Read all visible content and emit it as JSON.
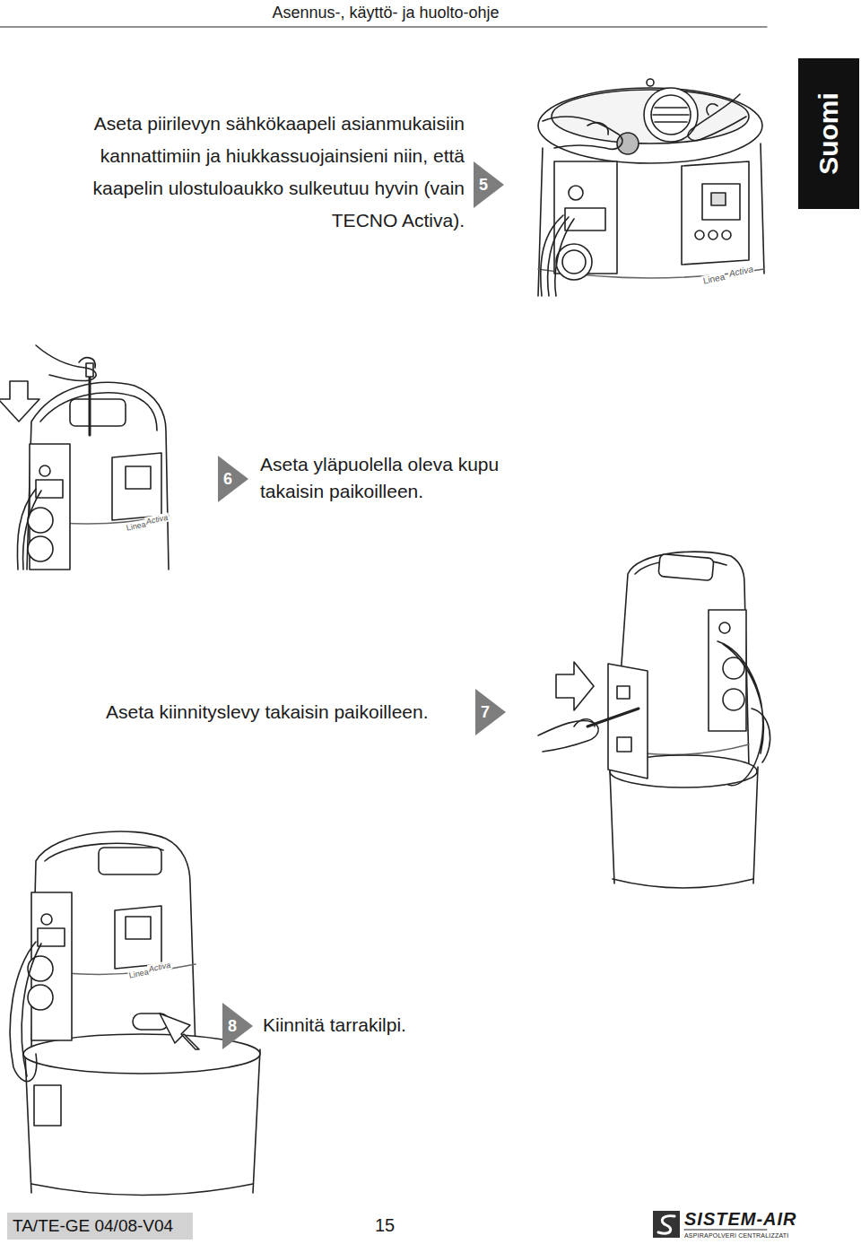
{
  "diagram": {
    "title": "Asennus-, käyttö- ja huolto-ohje",
    "nodes": [
      {
        "text": [
          "Suomi"
        ]
      },
      {
        "text": [
          "5"
        ]
      },
      {
        "text": [
          "6"
        ]
      },
      {
        "text": [
          "7"
        ]
      },
      {
        "text": [
          "8"
        ]
      },
      {
        "text": [
          "TA/TE-GE 04/08-V04"
        ]
      }
    ],
    "labels": [
      "Aseta piirilevyn sähkökaapeli asianmukaisiin kannattimiin ja hiukkassuojainsieni niin, että kaapelin ulostuloaukko sulkeutuu hyvin (vain TECNO Activa).",
      "Aseta yläpuolella oleva kupu takaisin paikoilleen.",
      "Aseta kiinnityslevy takaisin paikoilleen.",
      "Kiinnitä tarrakilpi.",
      "Linea",
      "Activa",
      "Linea",
      "Activa",
      "Linea",
      "Activa",
      "15",
      "SISTEM-AIR",
      "ASPIRAPOLVERI CENTRALIZZATI"
    ]
  }
}
